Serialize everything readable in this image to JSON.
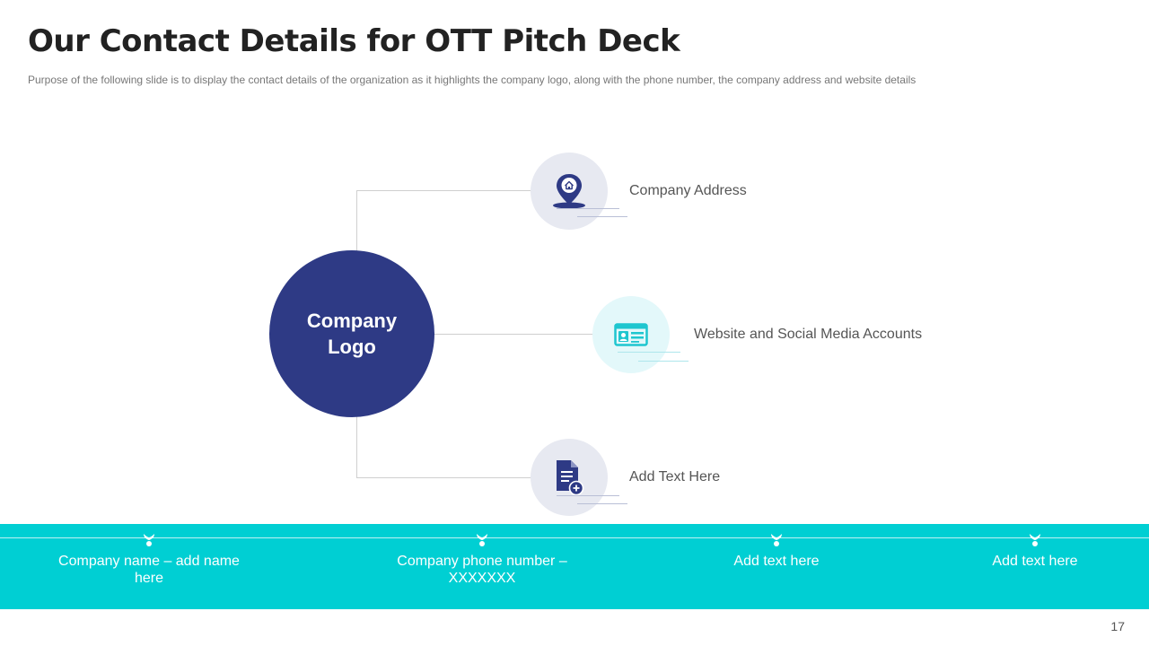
{
  "slide": {
    "title": "Our Contact Details for OTT Pitch Deck",
    "subtitle": "Purpose of the following slide is to display the contact details of the organization as it highlights the company logo, along with the phone number, the company address and website details",
    "page_number": "17"
  },
  "logo": {
    "line1": "Company",
    "line2": "Logo"
  },
  "items": [
    {
      "label": "Company Address",
      "icon": "location-pin-icon"
    },
    {
      "label": "Website and Social Media Accounts",
      "icon": "id-card-icon"
    },
    {
      "label": "Add Text Here",
      "icon": "document-add-icon"
    }
  ],
  "footer": {
    "items": [
      {
        "text": "Company name – add name here"
      },
      {
        "text": "Company phone number – XXXXXXX"
      },
      {
        "text": "Add text here"
      },
      {
        "text": "Add text here"
      }
    ]
  },
  "colors": {
    "logo_circle": "#2e3a85",
    "accent_teal": "#00cfd3",
    "icon_navy": "#2e3a85",
    "icon_teal": "#1ec6cf"
  }
}
